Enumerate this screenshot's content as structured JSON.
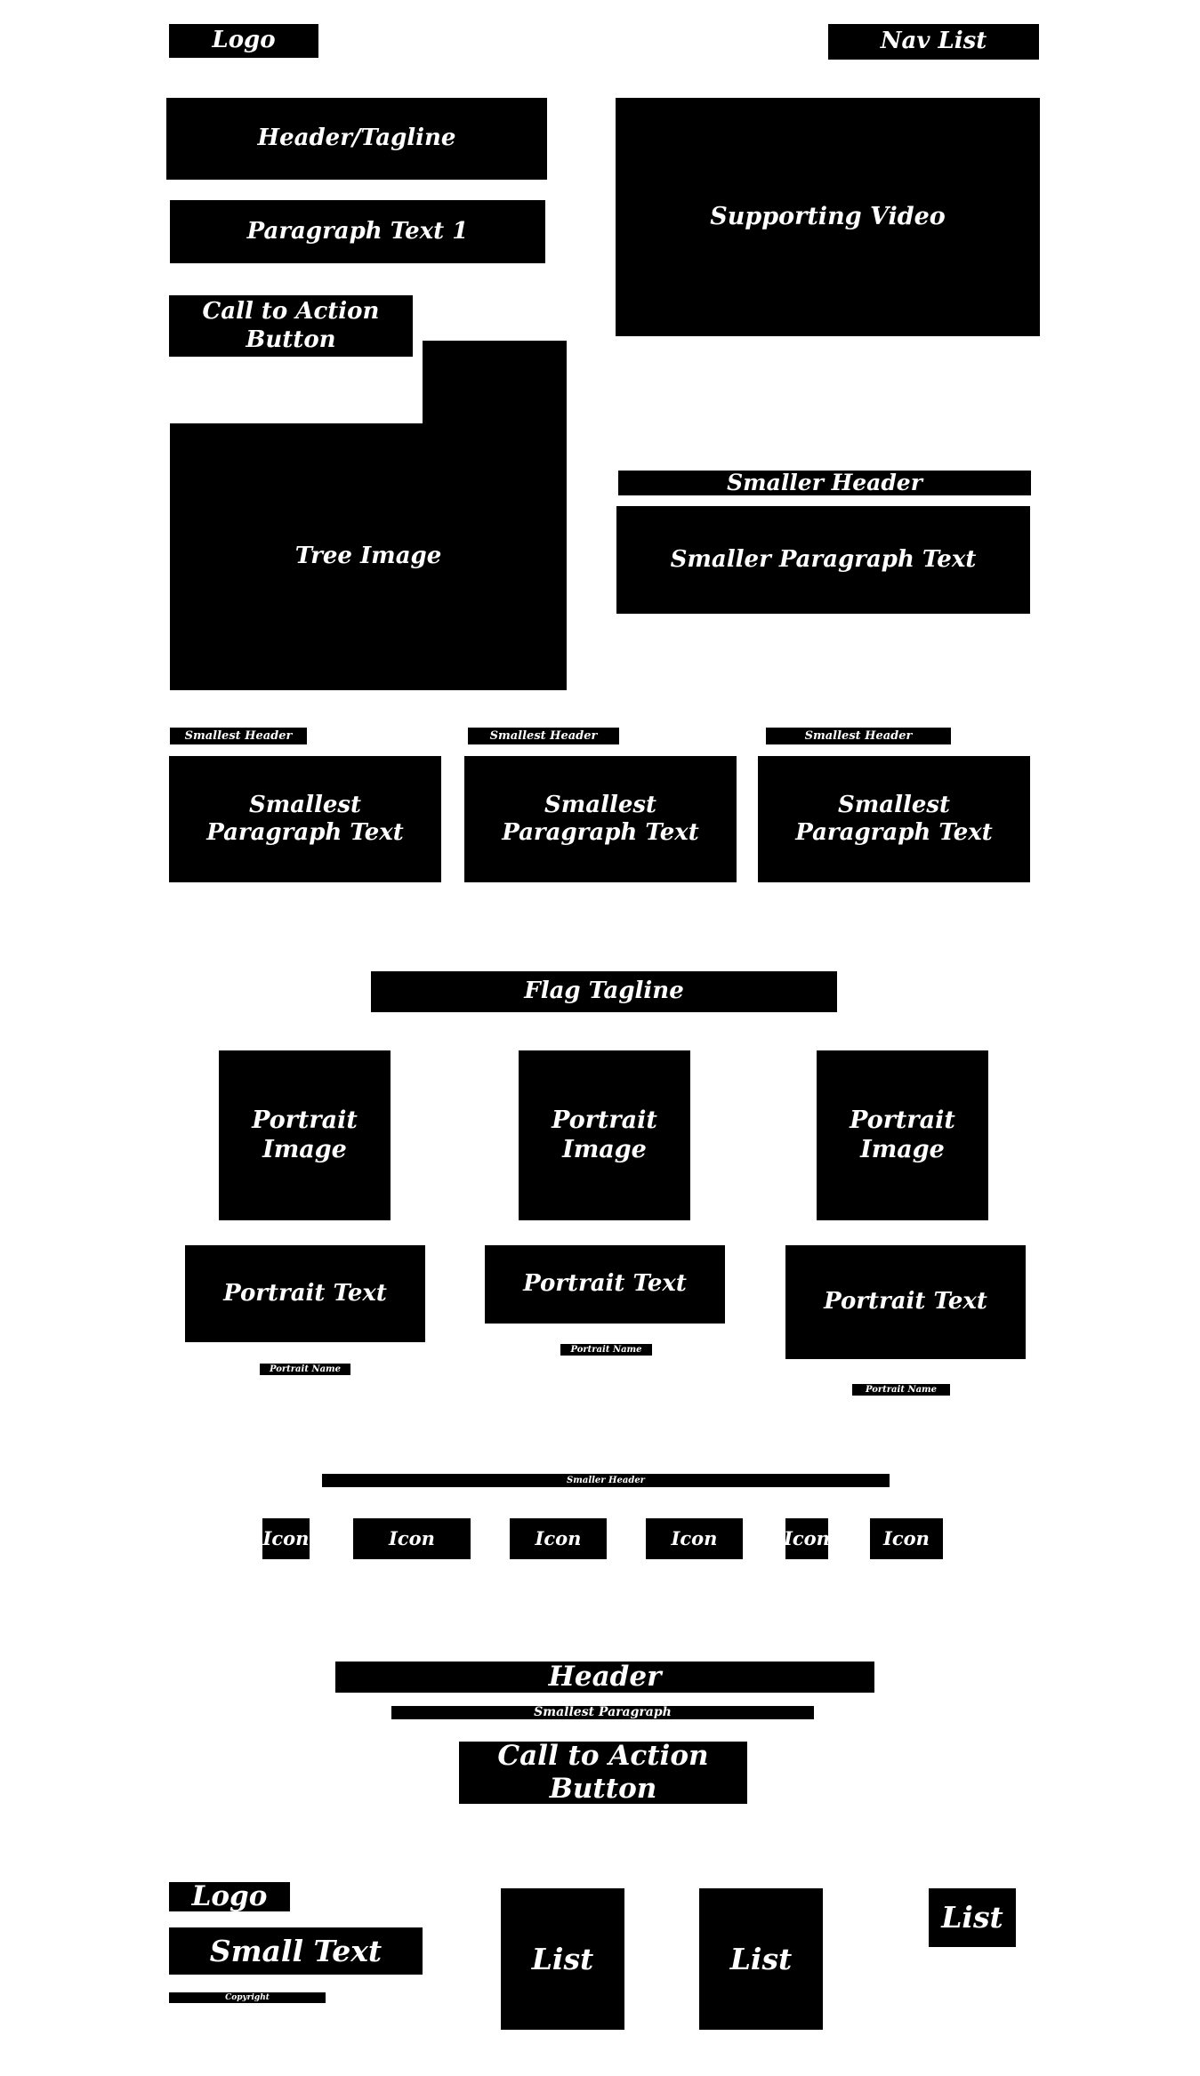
{
  "top_nav": {
    "logo": "Logo",
    "nav_list": "Nav List"
  },
  "hero": {
    "header": "Header/Tagline",
    "paragraph": "Paragraph Text 1",
    "cta": "Call to Action Button",
    "video": "Supporting Video"
  },
  "feature": {
    "tree_image": "Tree Image",
    "smaller_header": "Smaller Header",
    "smaller_paragraph": "Smaller Paragraph Text"
  },
  "columns": [
    {
      "header": "Smallest Header",
      "text": "Smallest Paragraph Text"
    },
    {
      "header": "Smallest Header",
      "text": "Smallest Paragraph Text"
    },
    {
      "header": "Smallest Header",
      "text": "Smallest Paragraph Text"
    }
  ],
  "team": {
    "tagline": "Flag Tagline",
    "portraits": [
      {
        "image": "Portrait Image",
        "text": "Portrait Text",
        "name": "Portrait Name"
      },
      {
        "image": "Portrait Image",
        "text": "Portrait Text",
        "name": "Portrait Name"
      },
      {
        "image": "Portrait Image",
        "text": "Portrait Text",
        "name": "Portrait Name"
      }
    ]
  },
  "icons_section": {
    "header": "Smaller Header",
    "icons": [
      "Icon",
      "Icon",
      "Icon",
      "Icon",
      "Icon",
      "Icon"
    ]
  },
  "cta_section": {
    "header": "Header",
    "paragraph": "Smallest Paragraph",
    "cta": "Call to Action Button"
  },
  "footer": {
    "logo": "Logo",
    "small_text": "Small Text",
    "copyright": "Copyright",
    "lists": [
      "List",
      "List",
      "List"
    ]
  }
}
